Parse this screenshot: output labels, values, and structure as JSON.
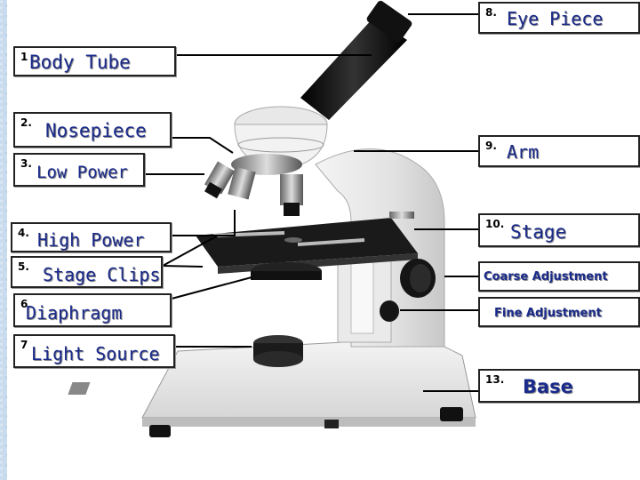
{
  "labels": [
    {
      "num": "8.",
      "text": "Eye Piece"
    },
    {
      "num": "1",
      "text": "Body Tube"
    },
    {
      "num": "2.",
      "text": "Nosepiece"
    },
    {
      "num": "9.",
      "text": "Arm"
    },
    {
      "num": "3.",
      "text": "Low Power"
    },
    {
      "num": "4.",
      "text": "High Power"
    },
    {
      "num": "10.",
      "text": "Stage"
    },
    {
      "num": "5.",
      "text": "Stage Clips"
    },
    {
      "num": "",
      "text": "Coarse Adjustment"
    },
    {
      "num": "6",
      "text": "Diaphragm"
    },
    {
      "num": "",
      "text": "Fine Adjustment"
    },
    {
      "num": "7",
      "text": "Light Source"
    },
    {
      "num": "13.",
      "text": "Base"
    }
  ],
  "colors": {
    "label_text": "#1a2a8a",
    "background": "#c9dcee"
  }
}
